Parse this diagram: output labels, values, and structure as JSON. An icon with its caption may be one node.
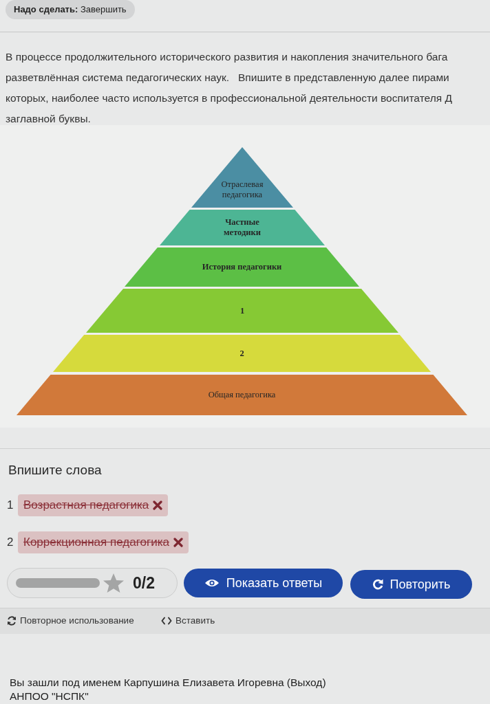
{
  "diagram": {
    "nodes": [
      {
        "text": [
          "Отраслевая педагогика"
        ]
      },
      {
        "text": [
          "Частные методики"
        ]
      },
      {
        "text": [
          "История педагогики"
        ]
      },
      {
        "text": [
          "1"
        ]
      },
      {
        "text": [
          "2"
        ]
      },
      {
        "text": [
          "Общая педагогика"
        ]
      }
    ],
    "labels": [
      "**Надо сделать:** Завершить",
      "В процессе продолжительного исторического развития и накопления значительного бага разветвлённая система педагогических наук.   Впишите в представленную далее пирами которых, наиболее часто используется в профессиональной деятельности воспитателя Д заглавной буквы.",
      "Впишите слова",
      "1",
      "Возрастная педагогика",
      "2",
      "Коррекционная педагогика",
      "0/2",
      "Показать ответы",
      "Повторить",
      "Повторное использование",
      "Вставить",
      "Вы зашли под именем Карпушина Елизавета Игоревна (Выход)",
      "АНПОО \"НСПК\""
    ]
  }
}
